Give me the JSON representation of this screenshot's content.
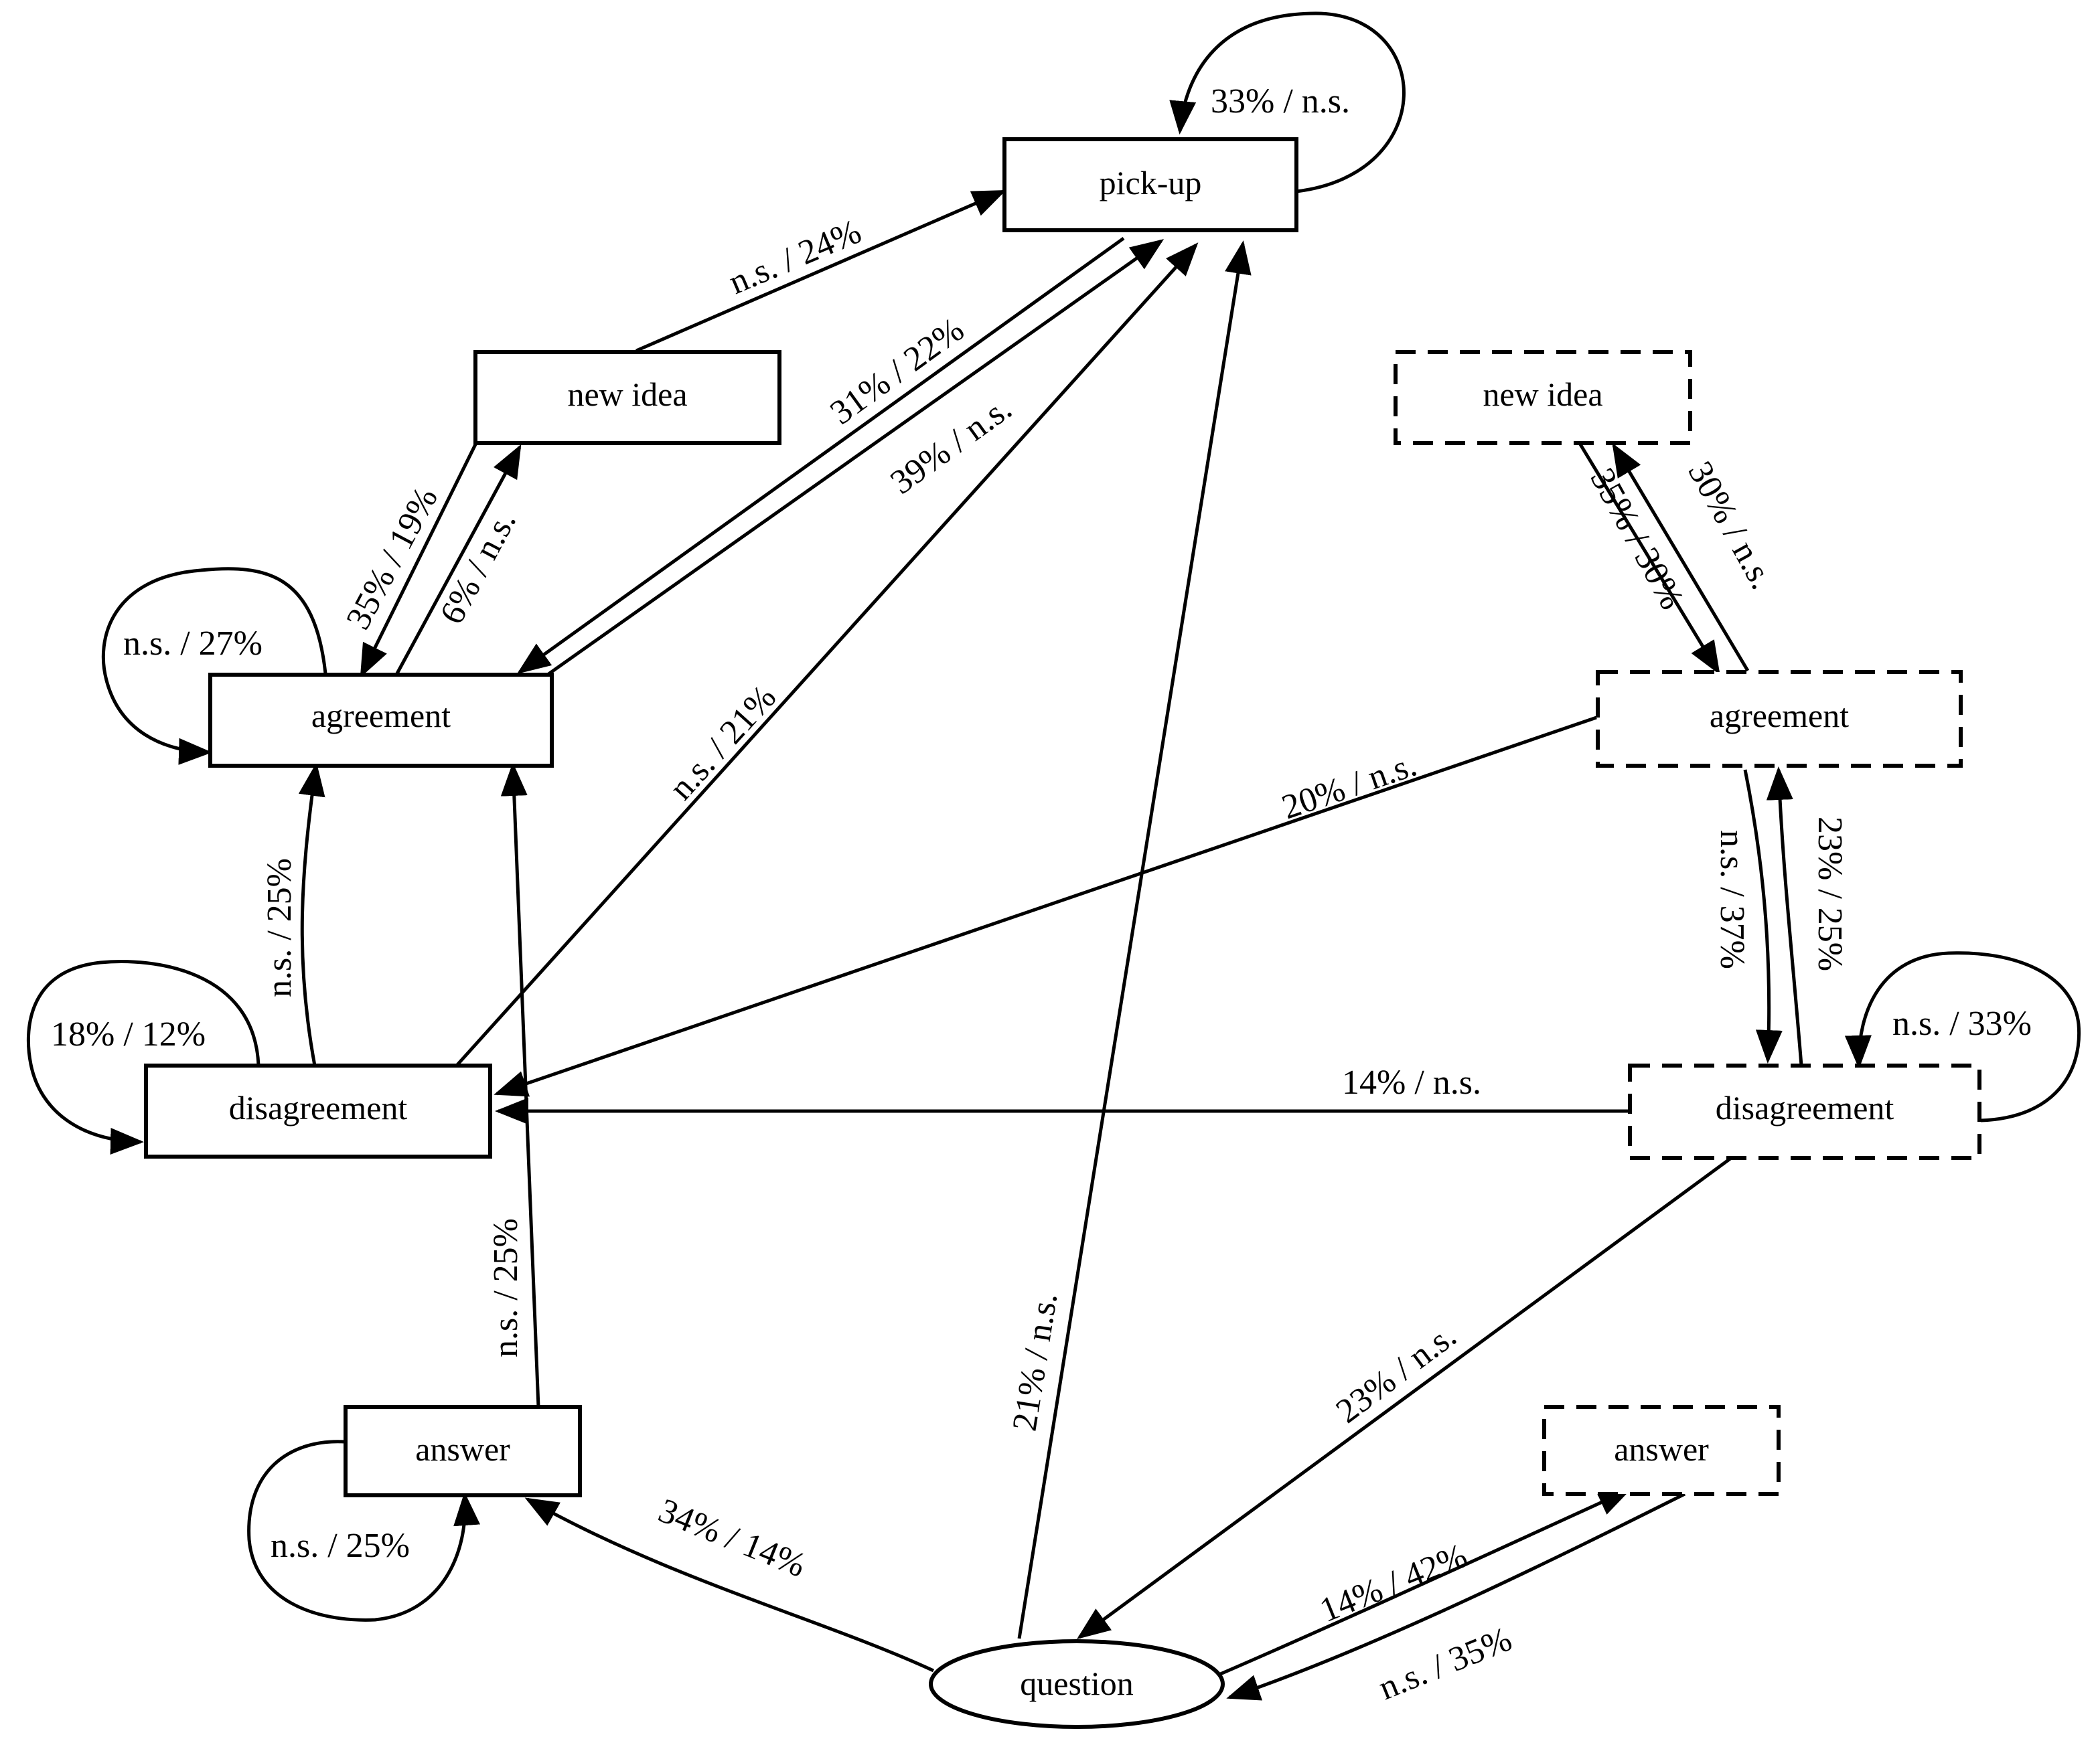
{
  "nodes": {
    "pickup": {
      "label": "pick-up"
    },
    "new_idea_solid": {
      "label": "new idea"
    },
    "agreement_solid": {
      "label": "agreement"
    },
    "disagreement_solid": {
      "label": "disagreement"
    },
    "answer_solid": {
      "label": "answer"
    },
    "question": {
      "label": "question"
    },
    "new_idea_dashed": {
      "label": "new idea"
    },
    "agreement_dashed": {
      "label": "agreement"
    },
    "disagreement_dashed": {
      "label": "disagreement"
    },
    "answer_dashed": {
      "label": "answer"
    }
  },
  "edges": {
    "pickup_self": "33% / n.s.",
    "newidea_to_pickup": "n.s. / 24%",
    "agreement_to_pickup": "31% / 22%",
    "pickup_to_agreement": "39% / n.s.",
    "agreement_to_newidea": "35% / 19%",
    "newidea_to_agreement": "6% / n.s.",
    "agreement_self": "n.s. / 27%",
    "disagreement_to_pickup": "n.s. / 21%",
    "disagreement_to_agreement": "n.s. / 25%",
    "disagreement_self": "18% / 12%",
    "answer_to_agreement": "n.s. / 25%",
    "answer_self": "n.s. / 25%",
    "question_to_pickup": "21% / n.s.",
    "question_to_answer": "34% / 14%",
    "d_newidea_to_d_agreement": "35% / 30%",
    "d_agreement_to_d_newidea": "30% / n.s.",
    "d_agreement_to_disagreement": "20% / n.s.",
    "d_agreement_to_d_disagreement": "n.s. / 37%",
    "d_disagreement_to_d_agreement": "23% / 25%",
    "d_disagreement_self": "n.s. / 33%",
    "d_disagreement_to_disagreement": "14% / n.s.",
    "d_disagreement_to_question": "23% / n.s.",
    "question_to_d_answer": "14% / 42%",
    "d_answer_to_question": "n.s. / 35%"
  }
}
